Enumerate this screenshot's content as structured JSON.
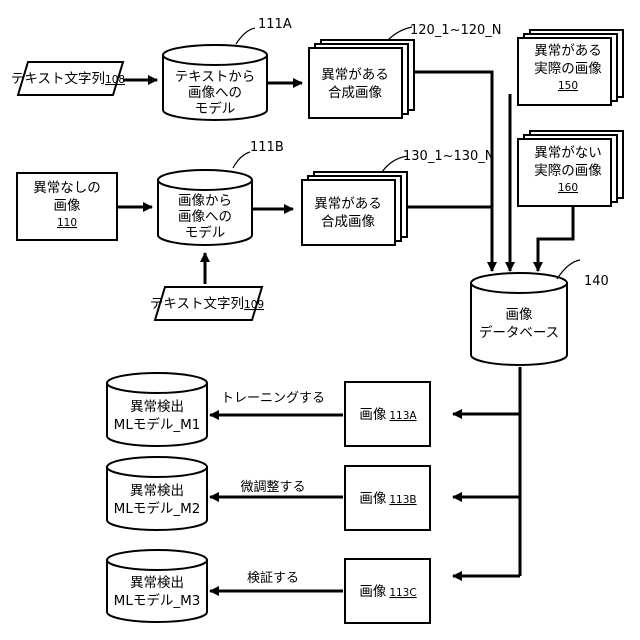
{
  "nodes": {
    "text_string_108": {
      "label": "テキスト文字列",
      "ref": "108"
    },
    "text_string_109": {
      "label": "テキスト文字列",
      "ref": "109"
    },
    "normal_image_110": {
      "lines": [
        "異常なしの",
        "画像"
      ],
      "ref": "110"
    },
    "model_111a": {
      "id_label": "111A",
      "lines": [
        "テキストから",
        "画像への",
        "モデル"
      ]
    },
    "model_111b": {
      "id_label": "111B",
      "lines": [
        "画像から",
        "画像への",
        "モデル"
      ]
    },
    "synthetic_120": {
      "id_label": "120_1~120_N",
      "lines": [
        "異常がある",
        "合成画像"
      ]
    },
    "synthetic_130": {
      "id_label": "130_1~130_N",
      "lines": [
        "異常がある",
        "合成画像"
      ]
    },
    "real_abnormal_150": {
      "lines": [
        "異常がある",
        "実際の画像"
      ],
      "ref": "150"
    },
    "real_normal_160": {
      "lines": [
        "異常がない",
        "実際の画像"
      ],
      "ref": "160"
    },
    "image_db_140": {
      "id_label": "140",
      "lines": [
        "画像",
        "データベース"
      ]
    },
    "image_113a": {
      "label": "画像",
      "ref": "113A"
    },
    "image_113b": {
      "label": "画像",
      "ref": "113B"
    },
    "image_113c": {
      "label": "画像",
      "ref": "113C"
    },
    "ml_model_m1": {
      "lines": [
        "異常検出",
        "MLモデル_M1"
      ]
    },
    "ml_model_m2": {
      "lines": [
        "異常検出",
        "MLモデル_M2"
      ]
    },
    "ml_model_m3": {
      "lines": [
        "異常検出",
        "MLモデル_M3"
      ]
    }
  },
  "edge_labels": {
    "train": "トレーニングする",
    "finetune": "微調整する",
    "validate": "検証する"
  },
  "colors": {
    "stroke": "#000000",
    "fill": "#ffffff"
  }
}
